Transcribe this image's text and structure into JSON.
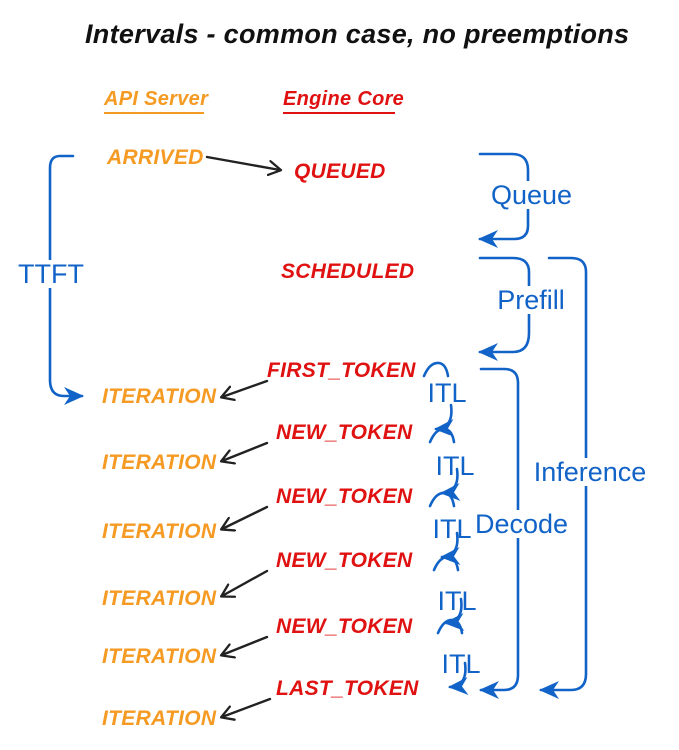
{
  "title": "Intervals - common case, no preemptions",
  "columns": {
    "api_server": "API Server",
    "engine_core": "Engine Core"
  },
  "api_events": {
    "arrived": "ARRIVED",
    "iterations": [
      "ITERATION",
      "ITERATION",
      "ITERATION",
      "ITERATION",
      "ITERATION",
      "ITERATION"
    ]
  },
  "engine_events": {
    "queued": "QUEUED",
    "scheduled": "SCHEDULED",
    "first_token": "FIRST_TOKEN",
    "new_tokens": [
      "NEW_TOKEN",
      "NEW_TOKEN",
      "NEW_TOKEN",
      "NEW_TOKEN"
    ],
    "last_token": "LAST_TOKEN"
  },
  "intervals": {
    "ttft": "TTFT",
    "queue": "Queue",
    "prefill": "Prefill",
    "decode": "Decode",
    "inference": "Inference",
    "itl_labels": [
      "ITL",
      "ITL",
      "ITL",
      "ITL",
      "ITL"
    ]
  },
  "colors": {
    "event_orange": "#F59A23",
    "event_red": "#E01111",
    "interval_blue": "#1263C8",
    "arrow_black": "#222222"
  }
}
